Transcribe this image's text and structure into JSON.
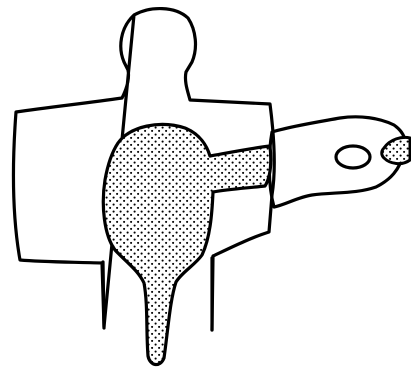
{
  "figure": {
    "subject": "seated-figure-with-instrument",
    "colors": {
      "background": "#ffffff",
      "ink": "#000000",
      "stipple_fill": "#ffffff"
    },
    "parts": [
      "head",
      "body-block",
      "instrument-body",
      "instrument-neck",
      "instrument-head",
      "sound-hole",
      "tuning-knob",
      "legs"
    ]
  }
}
